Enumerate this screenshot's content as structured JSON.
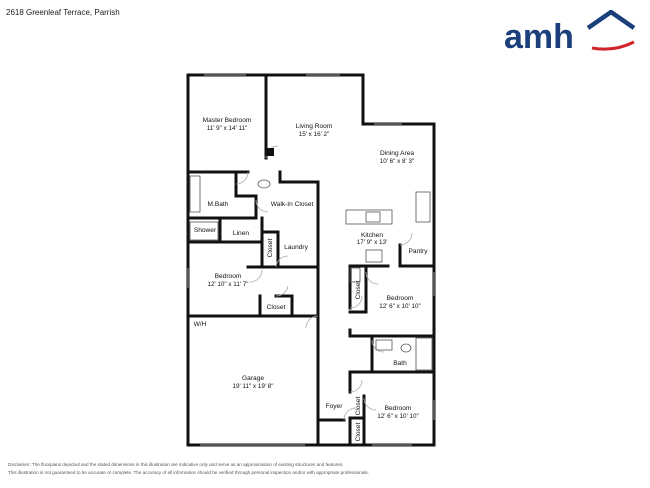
{
  "header": {
    "address": "2618 Greenleaf Terrace, Parrish"
  },
  "logo": {
    "text": "amh",
    "primary_color": "#1a3f7a",
    "accent_color": "#d2232a",
    "icon": "house-roof-icon"
  },
  "rooms": {
    "master_bedroom": {
      "name": "Master Bedroom",
      "dims": "11' 9\" x 14' 11\""
    },
    "living_room": {
      "name": "Living Room",
      "dims": "15' x 16' 2\""
    },
    "dining_area": {
      "name": "Dining Area",
      "dims": "10' 6\" x 8' 3\""
    },
    "m_bath": {
      "name": "M.Bath"
    },
    "walk_in_closet": {
      "name": "Walk-In Closet"
    },
    "shower": {
      "name": "Shower"
    },
    "linen": {
      "name": "Linen"
    },
    "closet_v1": {
      "name": "Closet"
    },
    "laundry": {
      "name": "Laundry"
    },
    "kitchen": {
      "name": "Kitchen",
      "dims": "17' 9\" x 13'"
    },
    "pantry": {
      "name": "Pantry"
    },
    "bedroom_left": {
      "name": "Bedroom",
      "dims": "12' 10\" x 11' 7\""
    },
    "closet_left": {
      "name": "Closet"
    },
    "closet_v2": {
      "name": "Closet"
    },
    "bedroom_right_top": {
      "name": "Bedroom",
      "dims": "12' 6\" x 10' 10\""
    },
    "wh": {
      "name": "W/H"
    },
    "bath": {
      "name": "Bath"
    },
    "garage": {
      "name": "Garage",
      "dims": "19' 11\" x 19' 8\""
    },
    "foyer": {
      "name": "Foyer"
    },
    "closet_v3": {
      "name": "Closet"
    },
    "closet_v4": {
      "name": "Closet"
    },
    "bedroom_right_bottom": {
      "name": "Bedroom",
      "dims": "12' 6\" x 10' 10\""
    }
  },
  "footer": {
    "line1": "Disclaimer: The floorplans depicted and the stated dimensions in this illustration are indicative only and serve as an approximation of existing structures and features.",
    "line2": "This illustration is not guaranteed to be accurate or complete. The accuracy of all information should be verified through personal inspection and/or with appropriate professionals."
  }
}
